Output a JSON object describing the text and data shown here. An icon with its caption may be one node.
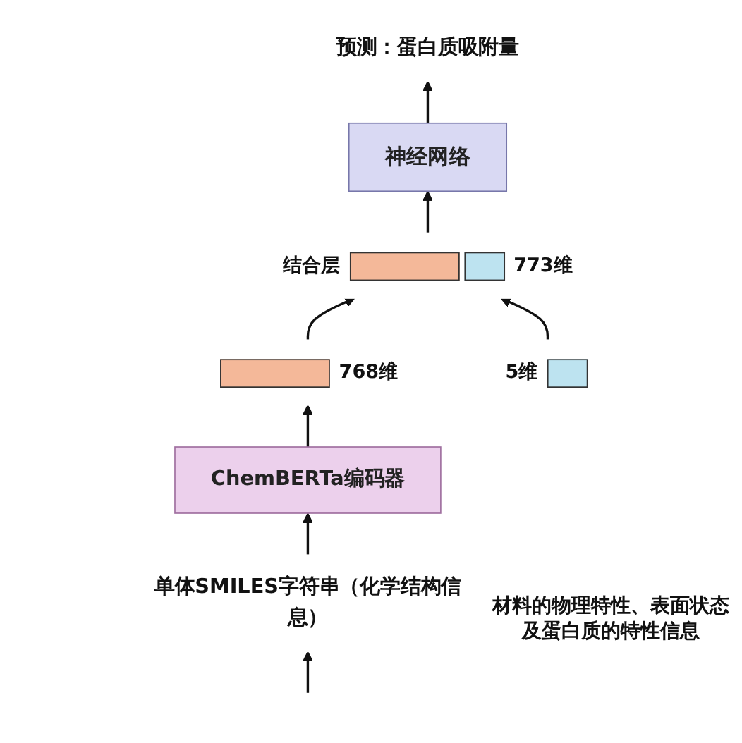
{
  "diagram": {
    "nodes": [
      {
        "text": [
          "预测：蛋白质吸附量"
        ]
      },
      {
        "text": [
          "神经网络"
        ]
      },
      {
        "text": [
          "结合层",
          "773维"
        ]
      },
      {
        "text": [
          "768维"
        ]
      },
      {
        "text": [
          "5维"
        ]
      },
      {
        "text": [
          "ChemBERTa编码器"
        ]
      },
      {
        "text": [
          "单体SMILES字符串（化学结构信息）"
        ]
      }
    ],
    "edges": [
      {
        "from": 6,
        "to": 5,
        "arrow": "to"
      },
      {
        "from": 5,
        "to": 3,
        "arrow": "to"
      },
      {
        "from": 3,
        "to": 2,
        "arrow": "to"
      },
      {
        "from": 4,
        "to": 2,
        "arrow": "to"
      },
      {
        "from": 2,
        "to": 1,
        "arrow": "to"
      },
      {
        "from": 1,
        "to": 0,
        "arrow": "to"
      },
      {
        "from": null,
        "to": 6,
        "arrow": "to"
      }
    ],
    "labels": [
      "材料的物理特性、表面状态及蛋白质的特性信息"
    ]
  }
}
